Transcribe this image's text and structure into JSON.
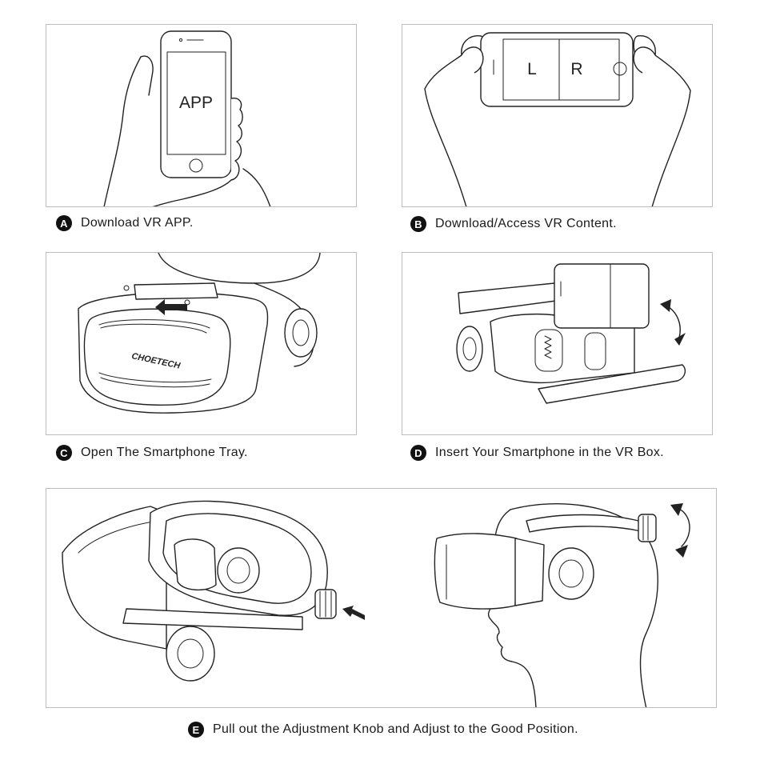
{
  "steps": [
    {
      "badge": "A",
      "caption": "Download VR APP.",
      "screen_text": "APP"
    },
    {
      "badge": "B",
      "caption": "Download/Access VR Content.",
      "screen_left": "L",
      "screen_right": "R"
    },
    {
      "badge": "C",
      "caption": "Open The Smartphone Tray.",
      "brand": "CHOETECH"
    },
    {
      "badge": "D",
      "caption": "Insert Your Smartphone in the VR Box."
    },
    {
      "badge": "E",
      "caption": "Pull out the Adjustment Knob and Adjust to the Good Position."
    }
  ],
  "colors": {
    "line": "#222222",
    "border": "#bdbdbd",
    "badge": "#111111"
  }
}
